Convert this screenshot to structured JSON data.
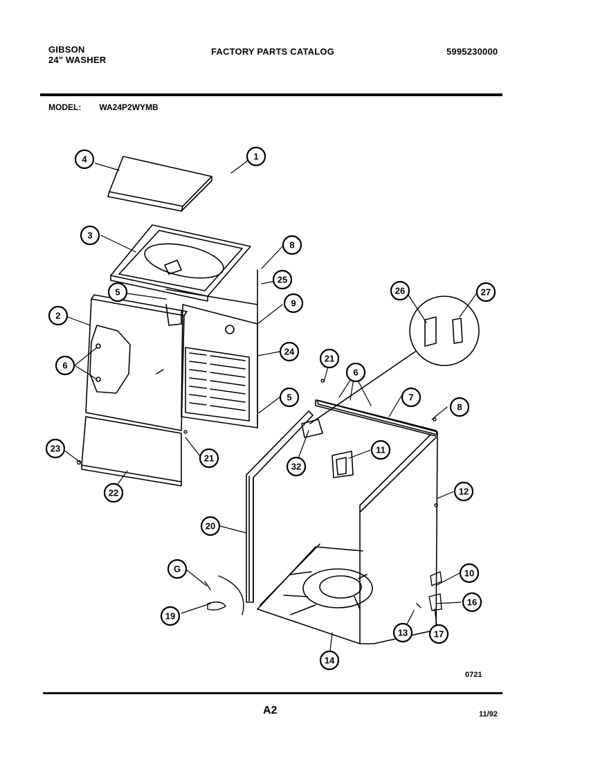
{
  "header": {
    "brand": "GIBSON",
    "product": "24\" WASHER",
    "title": "FACTORY PARTS CATALOG",
    "catalog_number": "5995230000"
  },
  "model": {
    "label": "MODEL:",
    "value": "WA24P2WYMB"
  },
  "callouts": [
    "4",
    "1",
    "3",
    "8",
    "25",
    "5",
    "2",
    "9",
    "6",
    "24",
    "5",
    "21",
    "6",
    "26",
    "27",
    "7",
    "8",
    "23",
    "21",
    "22",
    "11",
    "32",
    "12",
    "20",
    "G",
    "10",
    "16",
    "19",
    "13",
    "17",
    "14"
  ],
  "footer": {
    "figure_number": "0721",
    "page": "A2",
    "date": "11/92"
  }
}
